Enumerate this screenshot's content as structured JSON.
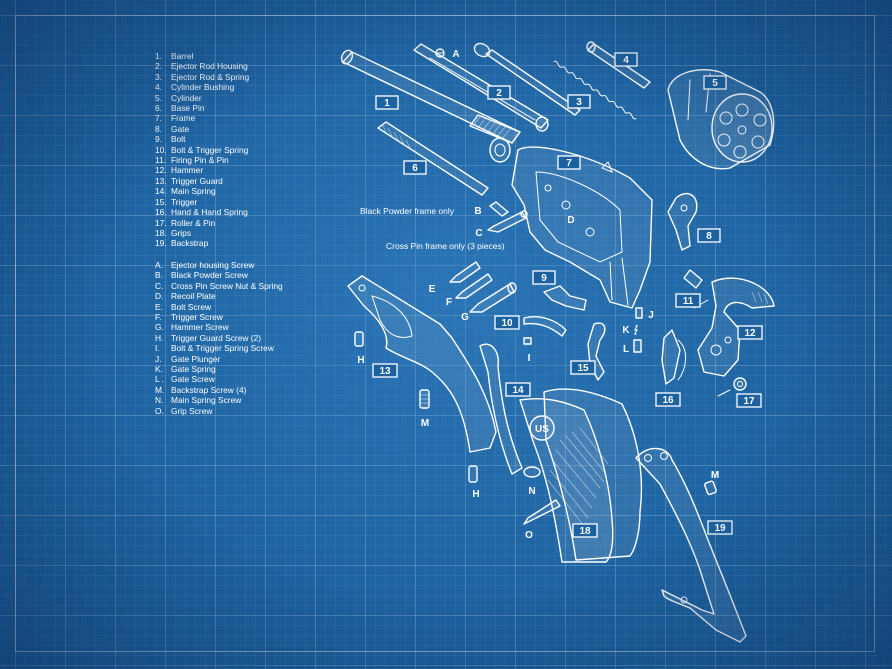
{
  "parts": [
    {
      "key": "1.",
      "name": "Barrel"
    },
    {
      "key": "2.",
      "name": "Ejector Rod  Housing"
    },
    {
      "key": "3.",
      "name": "Ejector Rod & Spring"
    },
    {
      "key": "4.",
      "name": "Cylinder Bushing"
    },
    {
      "key": "5.",
      "name": "Cylinder"
    },
    {
      "key": "6.",
      "name": "Base Pin"
    },
    {
      "key": "7.",
      "name": "Frame"
    },
    {
      "key": "8.",
      "name": "Gate"
    },
    {
      "key": "9.",
      "name": "Bolt"
    },
    {
      "key": "10.",
      "name": "Bolt & Trigger Spring"
    },
    {
      "key": "11.",
      "name": "Firing Pin & Pin"
    },
    {
      "key": "12.",
      "name": "Hammer"
    },
    {
      "key": "13.",
      "name": "Trigger Guard"
    },
    {
      "key": "14.",
      "name": "Main Spring"
    },
    {
      "key": "15.",
      "name": "Trigger"
    },
    {
      "key": "16.",
      "name": "Hand & Hand Spring"
    },
    {
      "key": "17.",
      "name": "Roller & Pin"
    },
    {
      "key": "18.",
      "name": "Grips"
    },
    {
      "key": "19.",
      "name": "Backstrap"
    }
  ],
  "hardware": [
    {
      "key": "A.",
      "name": "Ejector housing Screw"
    },
    {
      "key": "B.",
      "name": "Black Powder Screw"
    },
    {
      "key": "C.",
      "name": "Cross Pin Screw Nut & Spring"
    },
    {
      "key": "D.",
      "name": "Recoil Plate"
    },
    {
      "key": "E.",
      "name": "Bolt Screw"
    },
    {
      "key": "F.",
      "name": "Trigger Screw"
    },
    {
      "key": "G.",
      "name": "Hammer Screw"
    },
    {
      "key": "H.",
      "name": "Trigger Guard Screw (2)"
    },
    {
      "key": "I.",
      "name": "Bolt & Trigger Spring Screw"
    },
    {
      "key": "J.",
      "name": "Gate Plunger"
    },
    {
      "key": "K.",
      "name": "Gate Spring"
    },
    {
      "key": "L .",
      "name": "Gate Screw"
    },
    {
      "key": "M.",
      "name": "Backstrap Screw (4)"
    },
    {
      "key": "N.",
      "name": "Main Spring Screw"
    },
    {
      "key": "O.",
      "name": "Grip Screw"
    }
  ],
  "notes": {
    "black_powder": "Black Powder frame only",
    "cross_pin": "Cross Pin frame only (3 pieces)"
  },
  "grip_mark": "US",
  "callouts": {
    "n1": "1",
    "n2": "2",
    "n3": "3",
    "n4": "4",
    "n5": "5",
    "n6": "6",
    "n7": "7",
    "n8": "8",
    "n9": "9",
    "n10": "10",
    "n11": "11",
    "n12": "12",
    "n13": "13",
    "n14": "14",
    "n15": "15",
    "n16": "16",
    "n17": "17",
    "n18": "18",
    "n19": "19"
  },
  "letters": {
    "a": "A",
    "b": "B",
    "c": "C",
    "d": "D",
    "e": "E",
    "f": "F",
    "g": "G",
    "h": "H",
    "i": "I",
    "j": "J",
    "k": "K",
    "l": "L",
    "m": "M",
    "n": "N",
    "o": "O"
  },
  "colors": {
    "paper": "#1d62a0",
    "ink": "#ffffff"
  }
}
